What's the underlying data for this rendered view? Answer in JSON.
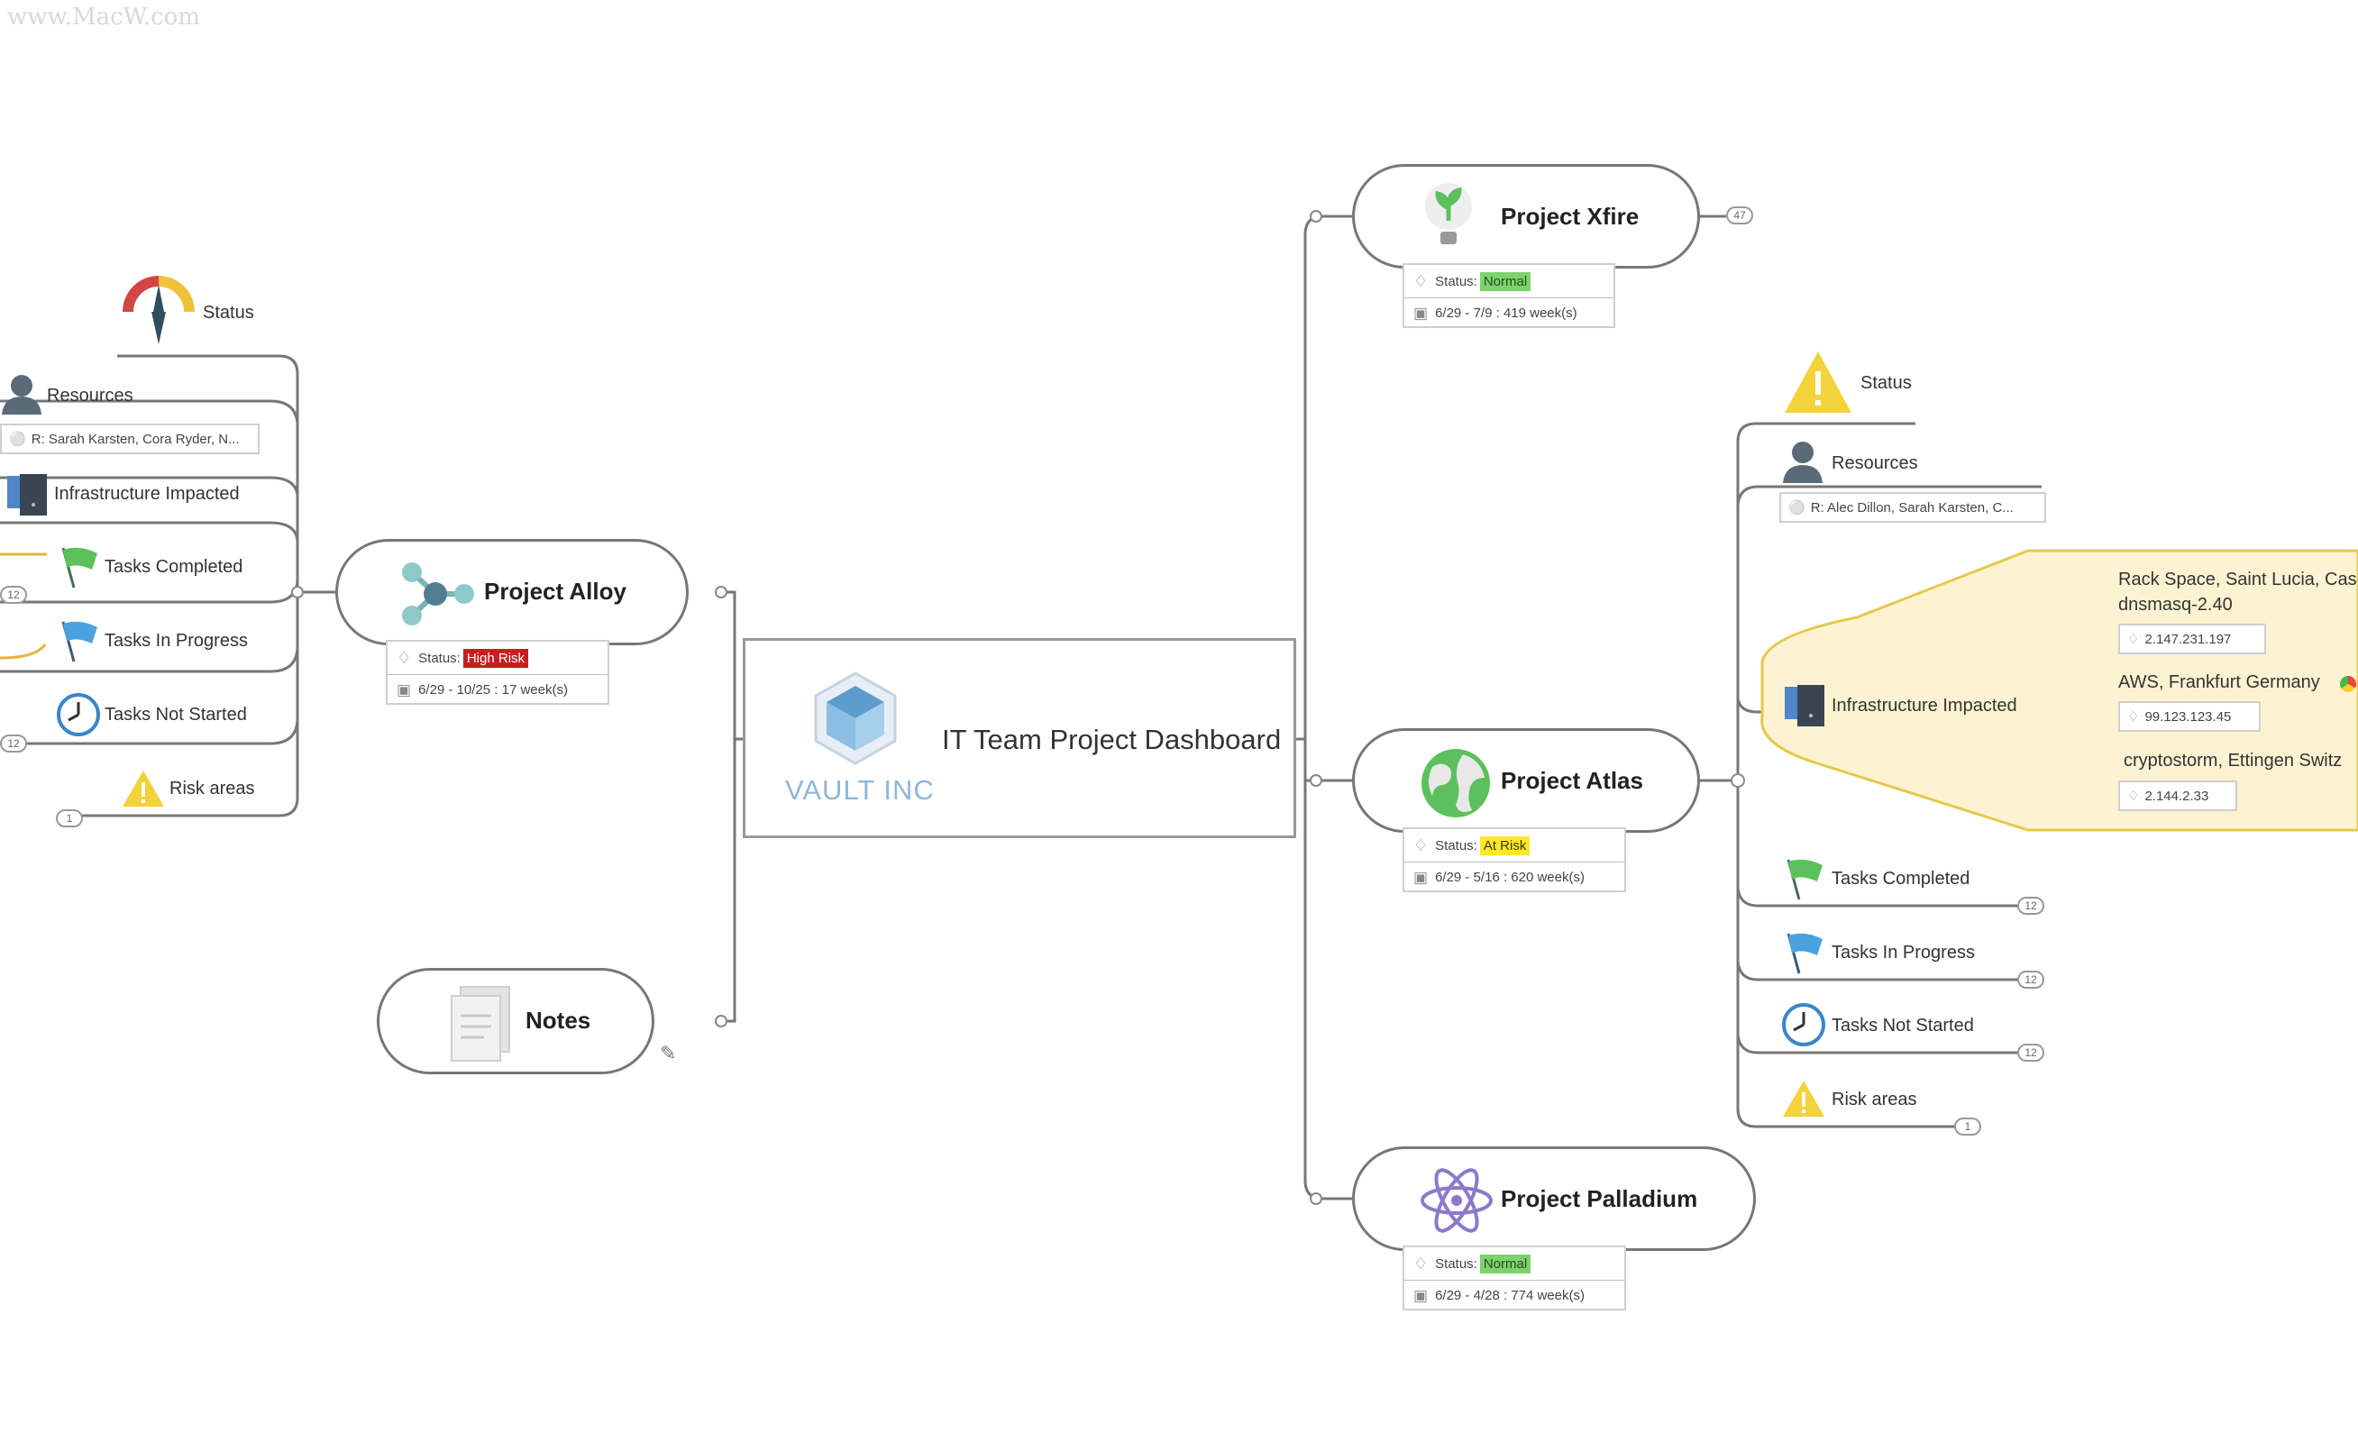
{
  "watermark": "www.MacW.com",
  "center": {
    "title": "IT Team Project Dashboard",
    "brand": "VAULT INC"
  },
  "colors": {
    "line": "#777777",
    "normal": "#7bd36a",
    "high_risk": "#c81e1e",
    "at_risk": "#ffe82a",
    "highlight_region": "#fdf3d2",
    "highlight_border": "#e6c84a"
  },
  "left_branch": {
    "status": "Status",
    "resources": "Resources",
    "resources_detail": "R: Sarah Karsten, Cora Ryder, N...",
    "infrastructure": "Infrastructure Impacted",
    "tasks_completed": "Tasks Completed",
    "tasks_in_progress": "Tasks In Progress",
    "tasks_not_started": "Tasks Not Started",
    "risk_areas": "Risk areas",
    "badge_completed": "12",
    "badge_not_started": "12",
    "badge_risk": "1"
  },
  "alloy": {
    "title": "Project Alloy",
    "status_label": "Status:",
    "status_value": "High Risk",
    "dates": "6/29 - 10/25 : 17 week(s)"
  },
  "notes": {
    "title": "Notes"
  },
  "xfire": {
    "title": "Project Xfire",
    "status_label": "Status:",
    "status_value": "Normal",
    "dates": "6/29 - 7/9 : 419 week(s)",
    "badge": "47"
  },
  "atlas": {
    "title": "Project Atlas",
    "status_label": "Status:",
    "status_value": "At Risk",
    "dates": "6/29 - 5/16 : 620 week(s)"
  },
  "palladium": {
    "title": "Project Palladium",
    "status_label": "Status:",
    "status_value": "Normal",
    "dates": "6/29 - 4/28 : 774 week(s)"
  },
  "right_branch": {
    "status": "Status",
    "resources": "Resources",
    "resources_detail": "R: Alec Dillon, Sarah Karsten, C...",
    "infrastructure": "Infrastructure Impacted",
    "infra_1_name": "Rack Space, Saint Lucia, Cas",
    "infra_1_sub": "dnsmasq-2.40",
    "infra_1_ip": "2.147.231.197",
    "infra_2_name": "AWS, Frankfurt Germany",
    "infra_2_ip": "99.123.123.45",
    "infra_3_name": "cryptostorm, Ettingen Switz",
    "infra_3_ip": "2.144.2.33",
    "tasks_completed": "Tasks Completed",
    "tasks_in_progress": "Tasks In Progress",
    "tasks_not_started": "Tasks Not Started",
    "risk_areas": "Risk areas",
    "badge_completed": "12",
    "badge_in_progress": "12",
    "badge_not_started": "12",
    "badge_risk": "1"
  }
}
